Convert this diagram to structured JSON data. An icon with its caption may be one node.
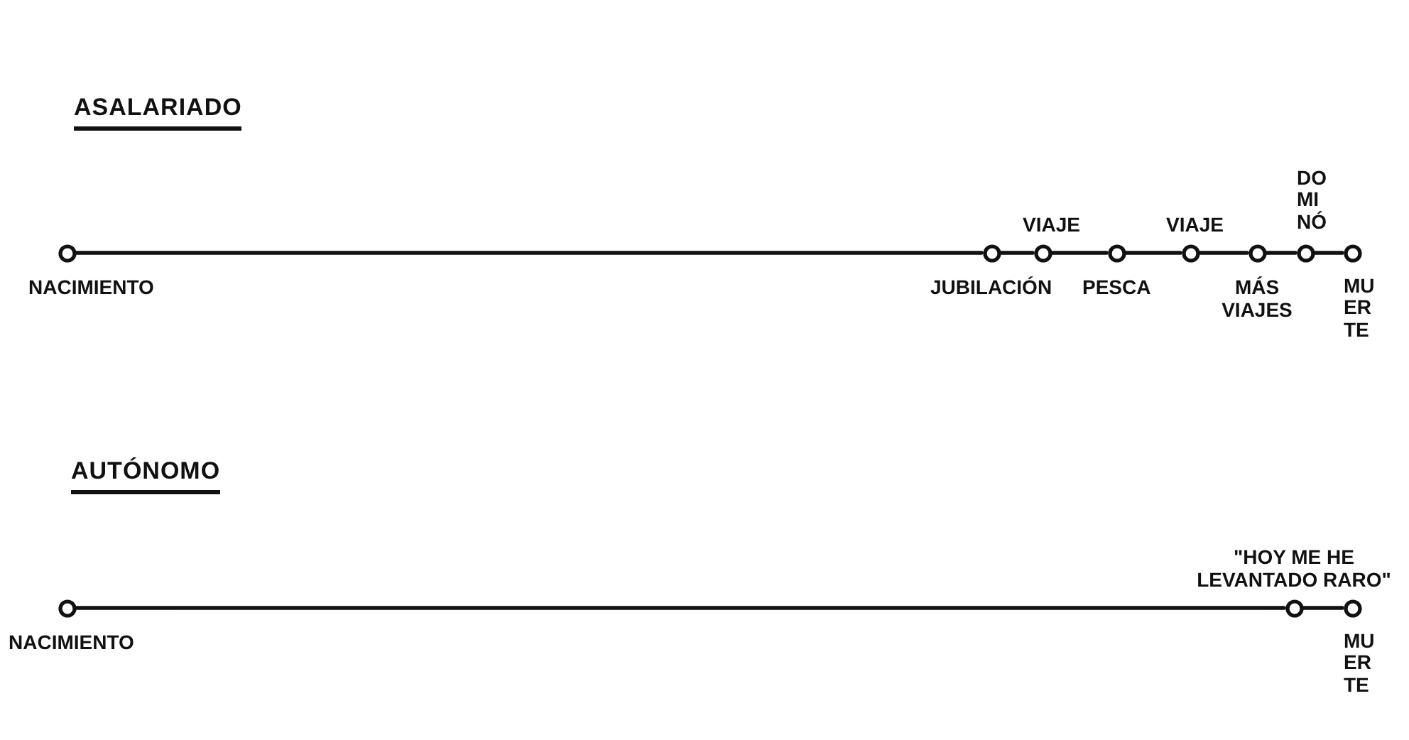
{
  "diagram": {
    "nodes": [
      {
        "text": [],
        "shape": "circle",
        "beside": [
          "NACIMIENTO"
        ]
      },
      {
        "text": [],
        "shape": "circle",
        "beside": [
          "JUBILACIÓN"
        ]
      },
      {
        "text": [],
        "shape": "circle",
        "beside": [
          "VIAJE"
        ]
      },
      {
        "text": [],
        "shape": "circle",
        "beside": [
          "PESCA"
        ]
      },
      {
        "text": [],
        "shape": "circle",
        "beside": [
          "VIAJE"
        ]
      },
      {
        "text": [],
        "shape": "circle",
        "beside": [
          "MÁS VIAJES"
        ]
      },
      {
        "text": [],
        "shape": "circle",
        "beside": [
          "DOMINÓ"
        ]
      },
      {
        "text": [],
        "shape": "circle",
        "beside": [
          "MUERTE"
        ]
      },
      {
        "text": [],
        "shape": "circle",
        "beside": [
          "NACIMIENTO"
        ]
      },
      {
        "text": [],
        "shape": "circle",
        "beside": [
          "\"HOY ME HE LEVANTADO RARO\""
        ]
      },
      {
        "text": [],
        "shape": "circle",
        "beside": [
          "MUERTE"
        ]
      }
    ],
    "edges": [
      {
        "from": 0,
        "to": 1,
        "arrow": "none"
      },
      {
        "from": 1,
        "to": 2,
        "arrow": "none"
      },
      {
        "from": 2,
        "to": 3,
        "arrow": "none"
      },
      {
        "from": 3,
        "to": 4,
        "arrow": "none"
      },
      {
        "from": 4,
        "to": 5,
        "arrow": "none"
      },
      {
        "from": 5,
        "to": 6,
        "arrow": "none"
      },
      {
        "from": 6,
        "to": 7,
        "arrow": "none"
      },
      {
        "from": 8,
        "to": 9,
        "arrow": "none"
      },
      {
        "from": 9,
        "to": 10,
        "arrow": "none"
      }
    ],
    "labels": [
      "ASALARIADO",
      "AUTÓNOMO"
    ]
  }
}
